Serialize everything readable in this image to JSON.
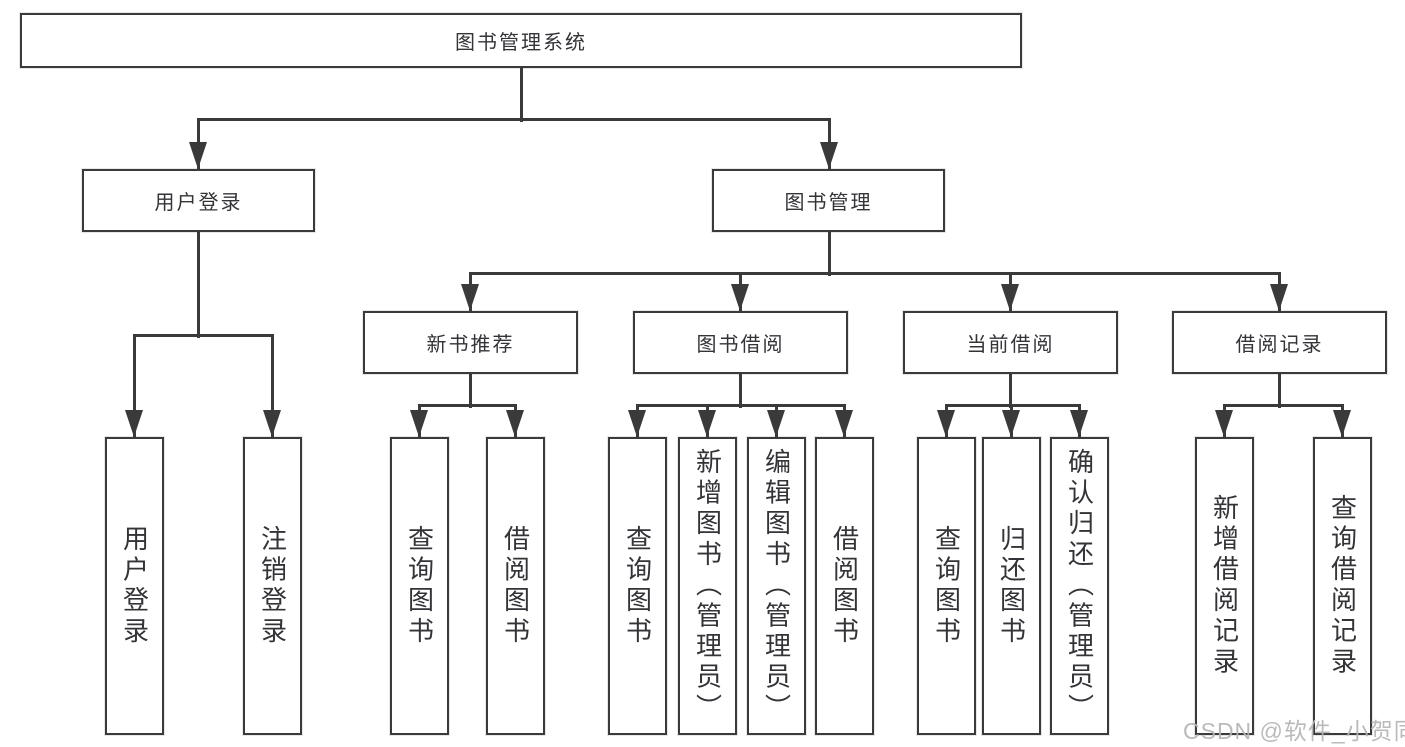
{
  "diagram": {
    "root": {
      "label": "图书管理系统"
    },
    "branches": [
      {
        "label": "用户登录",
        "children": [
          {
            "label": "用户登录"
          },
          {
            "label": "注销登录"
          }
        ]
      },
      {
        "label": "图书管理",
        "children": [
          {
            "label": "新书推荐",
            "children": [
              {
                "label": "查询图书"
              },
              {
                "label": "借阅图书"
              }
            ]
          },
          {
            "label": "图书借阅",
            "children": [
              {
                "label": "查询图书"
              },
              {
                "label": "新增图书（管理员）"
              },
              {
                "label": "编辑图书（管理员）"
              },
              {
                "label": "借阅图书"
              }
            ]
          },
          {
            "label": "当前借阅",
            "children": [
              {
                "label": "查询图书"
              },
              {
                "label": "归还图书"
              },
              {
                "label": "确认归还（管理员）"
              }
            ]
          },
          {
            "label": "借阅记录",
            "children": [
              {
                "label": "新增借阅记录"
              },
              {
                "label": "查询借阅记录"
              }
            ]
          }
        ]
      }
    ],
    "watermark": {
      "text": "CSDN @软件_小贺同学"
    },
    "colors": {
      "line": "#3a3a3a",
      "text": "#333338",
      "background": "#ffffff",
      "watermark": "#b5b5b5"
    }
  }
}
